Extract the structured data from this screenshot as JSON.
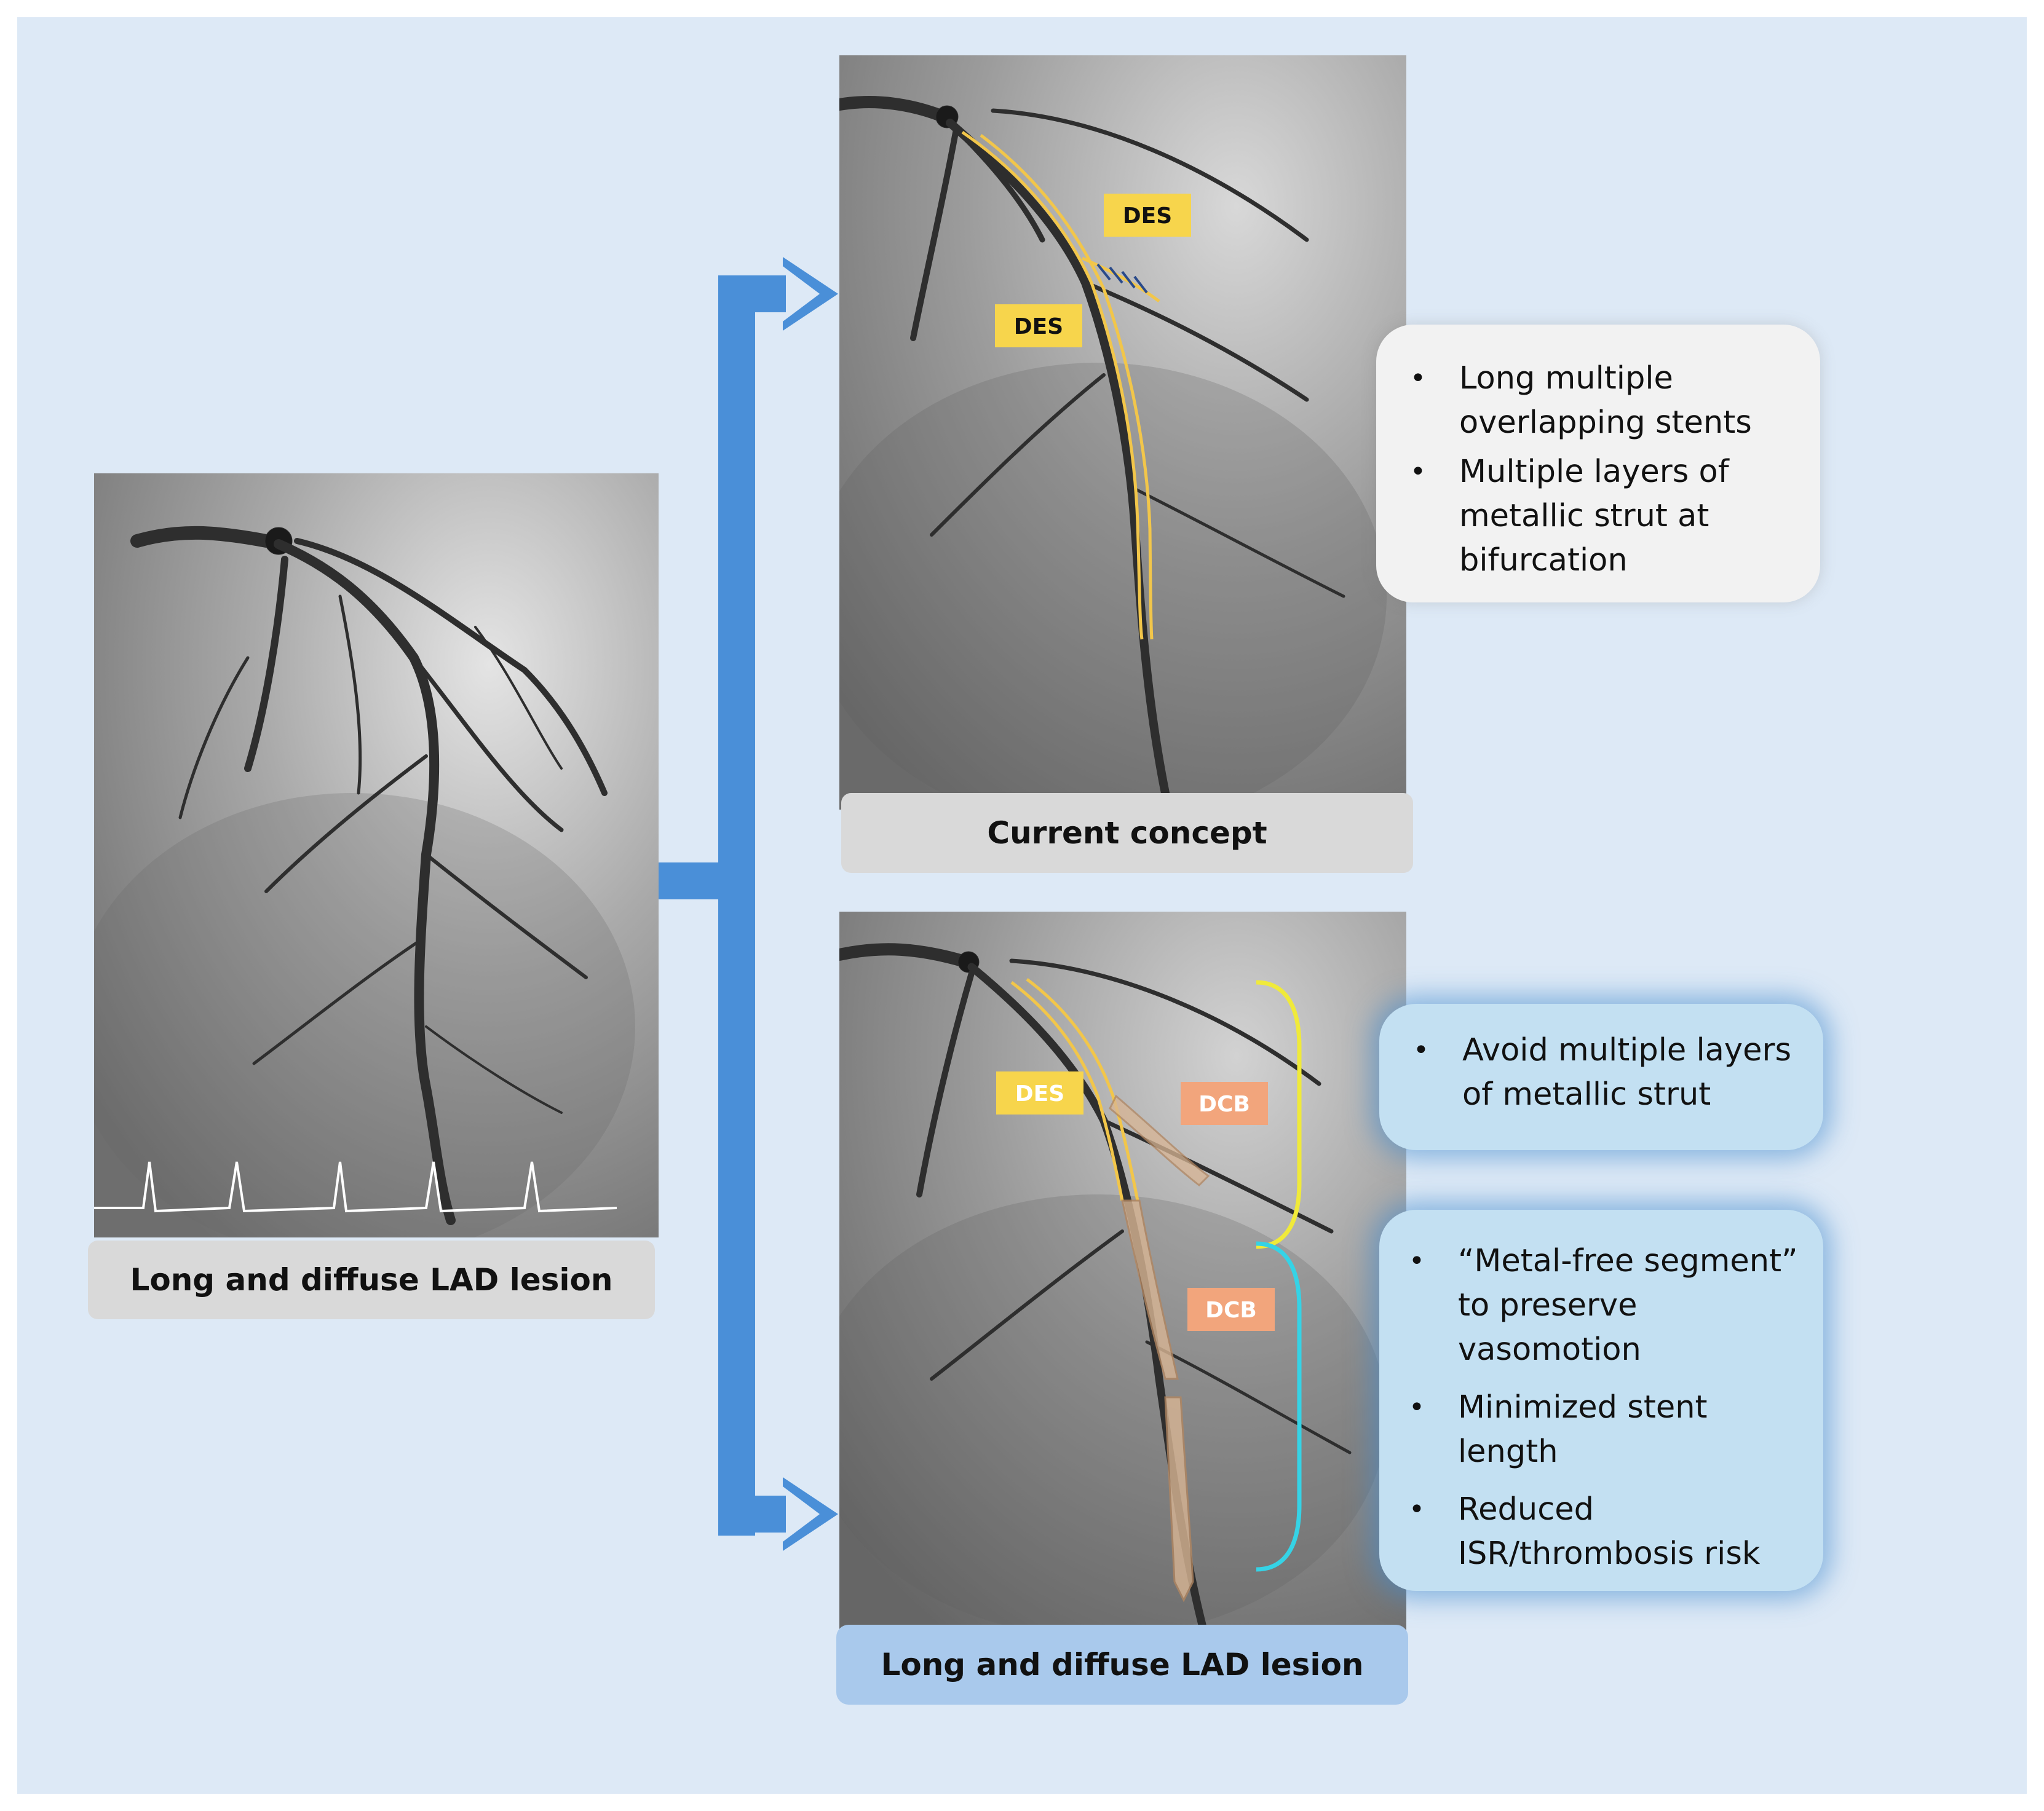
{
  "left": {
    "caption": "Long and diffuse LAD lesion"
  },
  "top": {
    "caption": "Current concept",
    "labels": [
      "DES",
      "DES"
    ],
    "bullets": [
      "Long multiple overlapping stents",
      "Multiple layers of metallic strut at bifurcation"
    ]
  },
  "bottom": {
    "caption": "Long and diffuse LAD lesion",
    "labels": [
      "DES",
      "DCB",
      "DCB"
    ],
    "box1_bullets": [
      "Avoid multiple layers of metallic strut"
    ],
    "box2_bullets": [
      "“Metal-free segment” to preserve vasomotion",
      "Minimized stent length",
      "Reduced ISR/thrombosis risk"
    ]
  },
  "colors": {
    "background": "#dde9f6",
    "arrow": "#4a8fd8",
    "stent": "#f2c64a",
    "des_label": "#f7d54c",
    "dcb_label": "#f2a57c",
    "bracket_yellow": "#f0ea3a",
    "bracket_cyan": "#35d3e6"
  },
  "icons": [
    "arrow-right-icon",
    "bullet-icon"
  ]
}
